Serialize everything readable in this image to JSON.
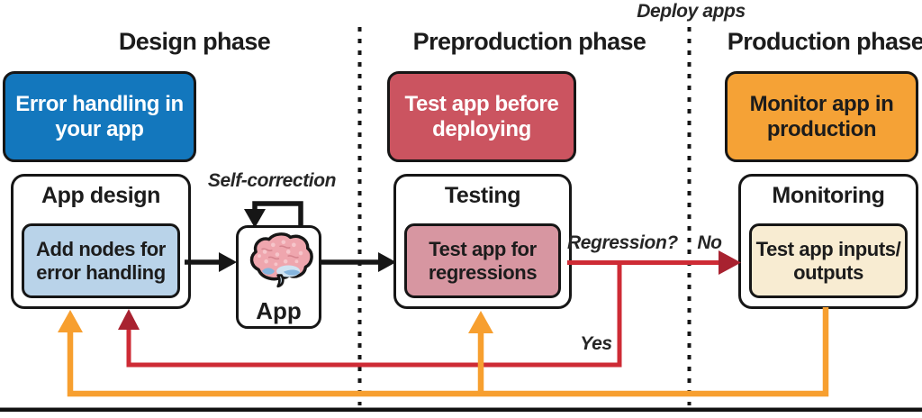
{
  "colors": {
    "ink": "#161616",
    "goal_blue": "#1377bd",
    "goal_red": "#cb5460",
    "goal_orange": "#f5a236",
    "task_blue": "#b9d3e9",
    "task_pink": "#d796a1",
    "task_cream": "#f8ecd2",
    "line_red": "#ce2b35",
    "line_red_head": "#a82230",
    "line_orange": "#f79f2f",
    "brain_pink": "#efa6ae",
    "brain_blue": "#85b5de",
    "brain_lightblue": "#cfe3f2"
  },
  "top_label": {
    "deploy_apps": "Deploy apps"
  },
  "phases": [
    {
      "title": "Design phase",
      "goal_line1": "Error handling in",
      "goal_line2": "your app",
      "node_title": "App design",
      "task_line1": "Add nodes for",
      "task_line2": "error handling"
    },
    {
      "title": "Preproduction phase",
      "goal_line1": "Test app before",
      "goal_line2": "deploying",
      "node_title": "Testing",
      "task_line1": "Test app for",
      "task_line2": "regressions"
    },
    {
      "title": "Production phase",
      "goal_line1": "Monitor app in",
      "goal_line2": "production",
      "node_title": "Monitoring",
      "task_line1": "Test app inputs/",
      "task_line2": "outputs"
    }
  ],
  "app_node": {
    "label": "App",
    "loop_label": "Self-correction"
  },
  "edge_labels": {
    "regression": "Regression?",
    "no": "No",
    "yes": "Yes"
  }
}
